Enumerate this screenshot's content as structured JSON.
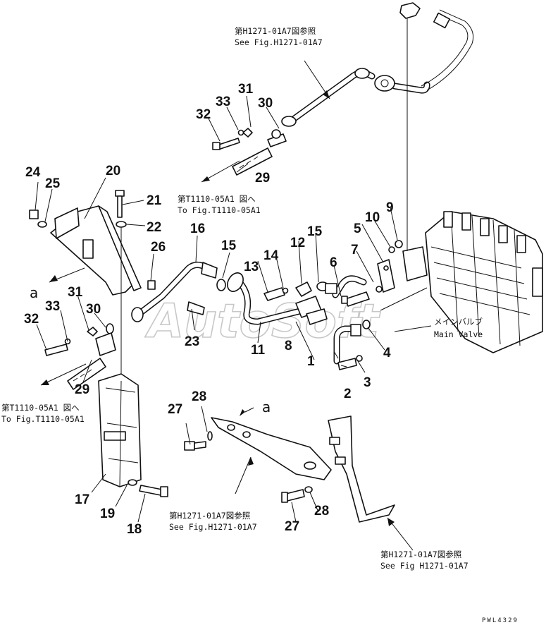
{
  "diagram": {
    "watermark": "AutoSoft",
    "drawing_code": "PWL4329",
    "view_marker": "a",
    "references": {
      "top_jp": "第H1271-01A7図参照",
      "top_en": "See Fig.H1271-01A7",
      "mid_jp": "第T1110-05A1 図へ",
      "mid_en": "To Fig.T1110-05A1",
      "left_jp": "第T1110-05A1 図へ",
      "left_en": "To Fig.T1110-05A1",
      "bottom_mid_jp": "第H1271-01A7図参照",
      "bottom_mid_en": "See Fig.H1271-01A7",
      "bottom_right_jp": "第H1271-01A7図参照",
      "bottom_right_en": "See Fig H1271-01A7",
      "main_valve_jp": "メインバルブ",
      "main_valve_en": "Main Valve"
    },
    "part_numbers": {
      "p1": "1",
      "p2": "2",
      "p3": "3",
      "p4": "4",
      "p5": "5",
      "p6": "6",
      "p7": "7",
      "p8": "8",
      "p9": "9",
      "p10": "10",
      "p11": "11",
      "p12": "12",
      "p13": "13",
      "p14": "14",
      "p15a": "15",
      "p15b": "15",
      "p16": "16",
      "p17": "17",
      "p18": "18",
      "p19": "19",
      "p20": "20",
      "p21": "21",
      "p22": "22",
      "p23": "23",
      "p24": "24",
      "p25": "25",
      "p26": "26",
      "p27a": "27",
      "p27b": "27",
      "p28a": "28",
      "p28b": "28",
      "p29a": "29",
      "p29b": "29",
      "p30a": "30",
      "p30b": "30",
      "p31a": "31",
      "p31b": "31",
      "p32a": "32",
      "p32b": "32",
      "p33a": "33",
      "p33b": "33"
    }
  }
}
